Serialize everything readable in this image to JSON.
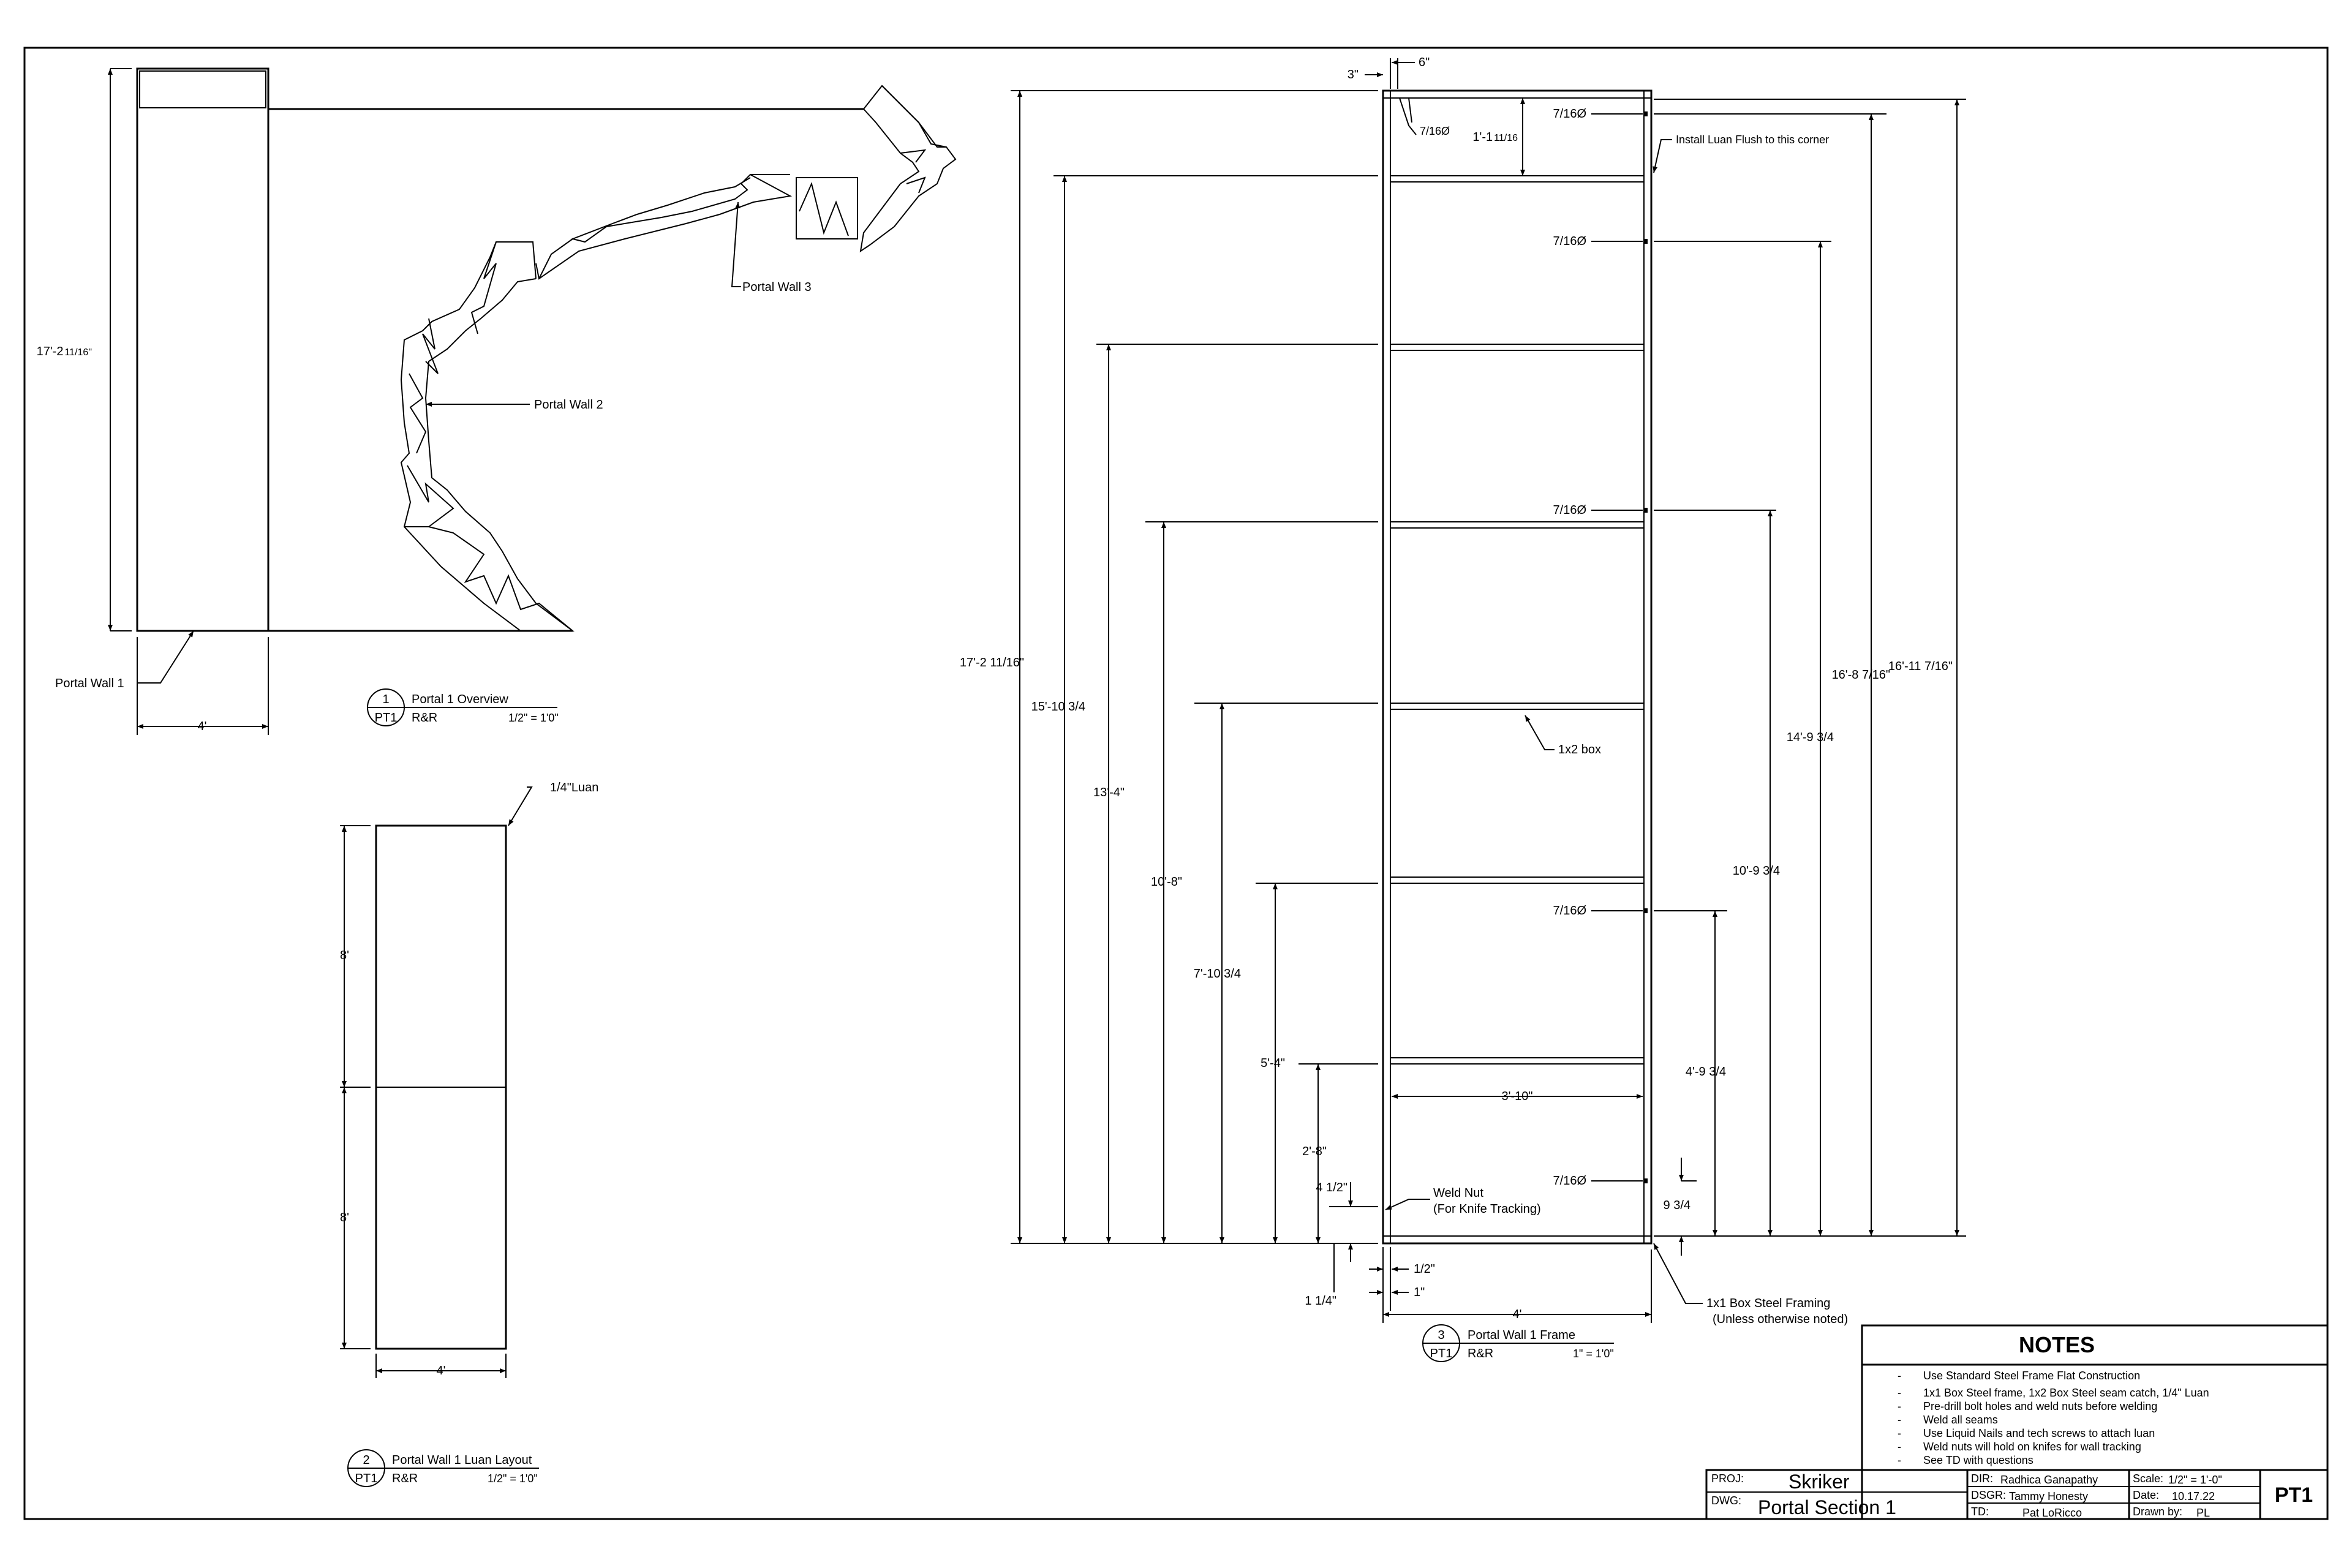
{
  "view1": {
    "overall_height": "17'-2",
    "overall_height_frac": "11/16\"",
    "width": "4'",
    "leader_label": "Portal Wall 1",
    "portal_wall_2": "Portal Wall 2",
    "portal_wall_3": "Portal Wall 3",
    "title_num": "1",
    "title_sheet": "PT1",
    "title": "Portal 1 Overview",
    "title_sub": "R&R",
    "title_scale": "1/2\" = 1'0\""
  },
  "view2": {
    "luan_label": "1/4\"Luan",
    "upper_height": "8'",
    "lower_height": "8'",
    "width": "4'",
    "title_num": "2",
    "title_sheet": "PT1",
    "title": "Portal Wall 1 Luan Layout",
    "title_sub": "R&R",
    "title_scale": "1/2\" = 1'0\""
  },
  "view3": {
    "top_left_offset": "3\"",
    "top_right_offset": "6\"",
    "small_hole": "7/16Ø",
    "top_section": "1'-1",
    "top_section_frac": "11/16",
    "install_note": "Install Luan Flush to this corner",
    "holes": [
      "7/16Ø",
      "7/16Ø",
      "7/16Ø",
      "7/16Ø",
      "7/16Ø"
    ],
    "left_dims": [
      "17'-2 11/16\"",
      "15'-10 3/4",
      "13'-4\"",
      "10'-8\"",
      "7'-10 3/4",
      "5'-4\"",
      "2'-8\""
    ],
    "right_dims": [
      "16'-11 7/16\"",
      "16'-8 7/16\"",
      "14'-9 3/4",
      "10'-9 3/4",
      "4'-9 3/4",
      "9 3/4"
    ],
    "box_label": "1x2 box",
    "inner_width": "3'-10\"",
    "weld_nut": "Weld Nut",
    "weld_nut_sub": "(For Knife Tracking)",
    "weld_offset": "4 1/2\"",
    "bottom_half": "1/2\"",
    "bottom_one": "1\"",
    "bottom_quarter": "1 1/4\"",
    "width": "4'",
    "framing_note": "1x1 Box Steel Framing",
    "framing_note_sub": "(Unless otherwise noted)",
    "title_num": "3",
    "title_sheet": "PT1",
    "title": "Portal Wall 1 Frame",
    "title_sub": "R&R",
    "title_scale": "1\" = 1'0\""
  },
  "notes": {
    "heading": "NOTES",
    "items": [
      "Use Standard Steel Frame Flat Construction",
      "1x1 Box Steel frame, 1x2 Box Steel seam catch, 1/4\" Luan",
      "Pre-drill bolt holes and weld nuts before welding",
      "Weld all seams",
      "Use Liquid Nails and tech screws to attach luan",
      "Weld nuts will hold on knifes for wall tracking",
      "See TD with questions"
    ]
  },
  "title_block": {
    "proj_label": "PROJ:",
    "proj": "Skriker",
    "dwg_label": "DWG:",
    "dwg": "Portal Section 1",
    "dir_label": "DIR:",
    "dir": "Radhica Ganapathy",
    "dsgr_label": "DSGR:",
    "dsgr": "Tammy Honesty",
    "td_label": "TD:",
    "td": "Pat LoRicco",
    "scale_label": "Scale:",
    "scale": "1/2\" = 1'-0\"",
    "date_label": "Date:",
    "date": "10.17.22",
    "drawn_label": "Drawn by:",
    "drawn": "PL",
    "sheet": "PT1"
  }
}
